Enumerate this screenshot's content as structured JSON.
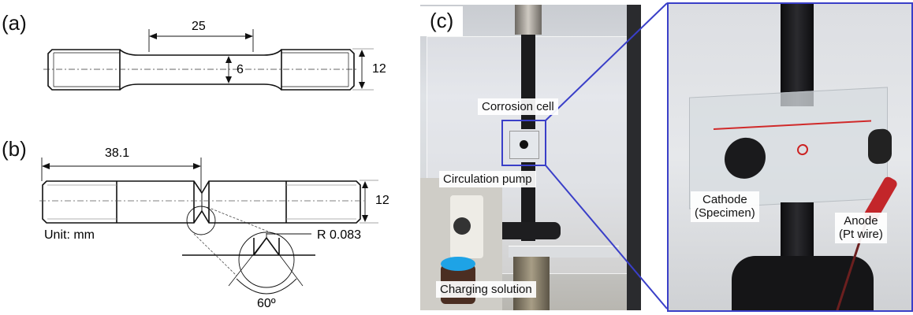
{
  "panels": {
    "a": {
      "label": "(a)",
      "dims": {
        "gauge_length": "25",
        "gauge_diameter": "6",
        "grip_diameter": "12"
      }
    },
    "b": {
      "label": "(b)",
      "dims": {
        "notch_position": "38.1",
        "diameter": "12",
        "notch_radius": "R 0.083",
        "notch_angle": "60º"
      },
      "unit": "Unit: mm"
    },
    "c": {
      "label": "(c)",
      "callouts": {
        "corrosion_cell": "Corrosion cell",
        "circulation_pump": "Circulation pump",
        "charging_solution": "Charging solution",
        "cathode": "Cathode\n(Specimen)",
        "cathode_line1": "Cathode",
        "cathode_line2": "(Specimen)",
        "anode_line1": "Anode",
        "anode_line2": "(Pt wire)"
      },
      "accent_color": "#3a3fc8"
    }
  }
}
